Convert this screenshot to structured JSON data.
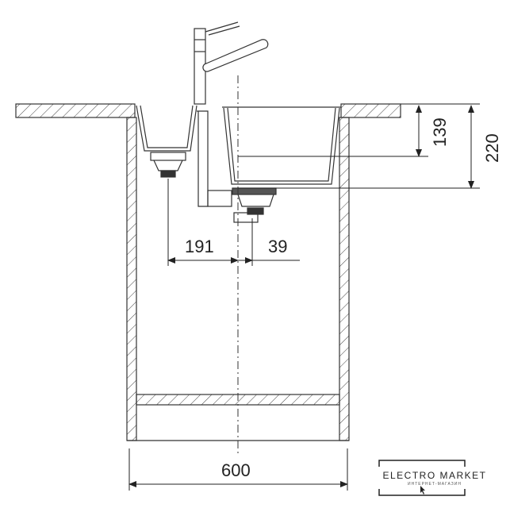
{
  "dimensions": {
    "d600": "600",
    "d191": "191",
    "d39": "39",
    "d139": "139",
    "d220": "220"
  },
  "logo": {
    "title": "ELECTRO MARKET",
    "subtitle": "ИНТЕРНЕТ-МАГАЗИН"
  }
}
